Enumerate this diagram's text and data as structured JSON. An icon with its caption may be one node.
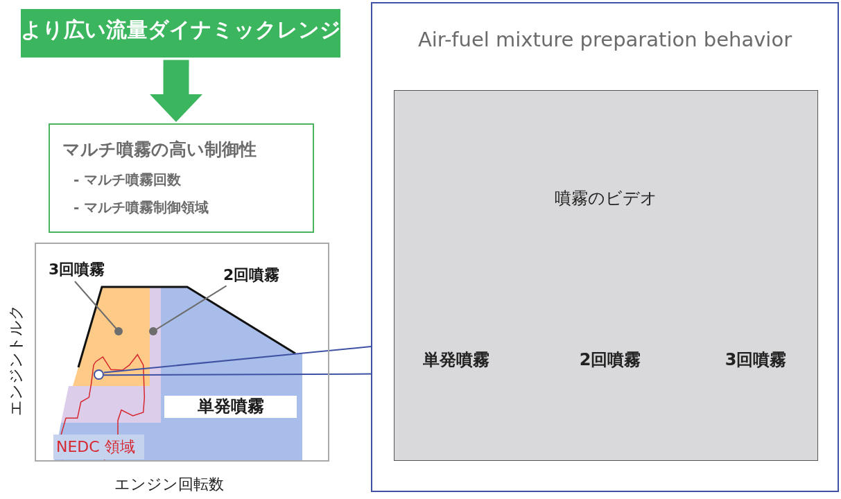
{
  "diagram": {
    "nodes": [
      {
        "text": [
          "より広い流量ダイナミックレンジ"
        ]
      },
      {
        "text": [
          "マルチ噴霧の高い制御性",
          "- マルチ噴霧回数",
          "- マルチ噴霧制御領域"
        ]
      },
      {
        "text": [],
        "shape": "box"
      },
      {
        "text": [
          "3回噴霧"
        ],
        "in": 2
      },
      {
        "text": [
          "2回噴霧"
        ],
        "in": 2
      },
      {
        "text": [
          "単発噴霧"
        ],
        "in": 2
      },
      {
        "text": [],
        "shape": "circle",
        "in": 2
      },
      {
        "text": [
          "Air-fuel mixture preparation behavior"
        ]
      },
      {
        "text": [
          "噴霧のビデオ",
          "単発噴霧",
          "2回噴霧",
          "3回噴霧"
        ],
        "in": 7
      }
    ],
    "edges": [
      {
        "from": 0,
        "to": 1,
        "arrow": "to",
        "style": "thick",
        "color": "#3bb65e"
      },
      {
        "from": 6,
        "to": 7,
        "arrow": "none",
        "color": "#3f51a3"
      },
      {
        "from": 6,
        "to": 7,
        "arrow": "none",
        "color": "#3f51a3"
      },
      {
        "from": 3,
        "to": null,
        "arrow": "other",
        "color": "#6d6d6d"
      },
      {
        "from": 4,
        "to": null,
        "arrow": "other",
        "color": "#6d6d6d"
      }
    ],
    "labels": [
      "NEDC 領域",
      "エンジントルク",
      "エンジン回転数"
    ]
  }
}
